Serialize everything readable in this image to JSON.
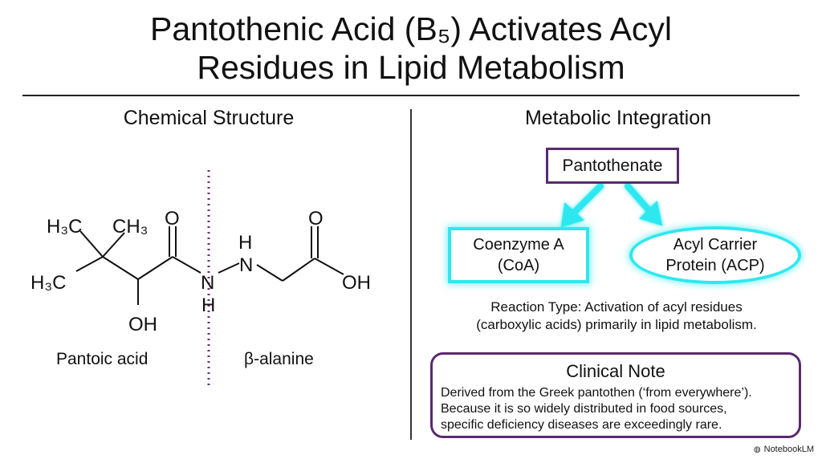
{
  "title": {
    "line1": "Pantothenic Acid (B₅) Activates Acyl",
    "line2": "Residues in Lipid Metabolism"
  },
  "left": {
    "heading": "Chemical Structure",
    "structure": {
      "h3c_top": "H₃C",
      "ch3": "CH₃",
      "h3c_bottom": "H₃C",
      "o_left": "O",
      "oh_left": "OH",
      "nh_h": "H",
      "n_left": "N",
      "n_h": "H",
      "n_right": "N",
      "o_right": "O",
      "oh_right": "OH"
    },
    "pantoic_label": "Pantoic acid",
    "beta_label": "β-alanine"
  },
  "right": {
    "heading": "Metabolic Integration",
    "pantothenate": "Pantothenate",
    "coa_line1": "Coenzyme A",
    "coa_line2": "(CoA)",
    "acp_line1": "Acyl Carrier",
    "acp_line2": "Protein (ACP)",
    "reaction_line1": "Reaction Type: Activation of acyl residues",
    "reaction_line2": "(carboxylic acids) primarily in lipid metabolism.",
    "note_title": "Clinical Note",
    "note_line1": "Derived from the Greek pantothen (‘from everywhere’).",
    "note_line2": "Because it is so widely distributed in food sources,",
    "note_line3": "specific deficiency diseases are exceedingly rare."
  },
  "brand": {
    "name": "NotebookLM",
    "icon": "notebooklm-logo-icon"
  },
  "colors": {
    "purple": "#5a2a6e",
    "cyan": "#2ee8f0"
  }
}
